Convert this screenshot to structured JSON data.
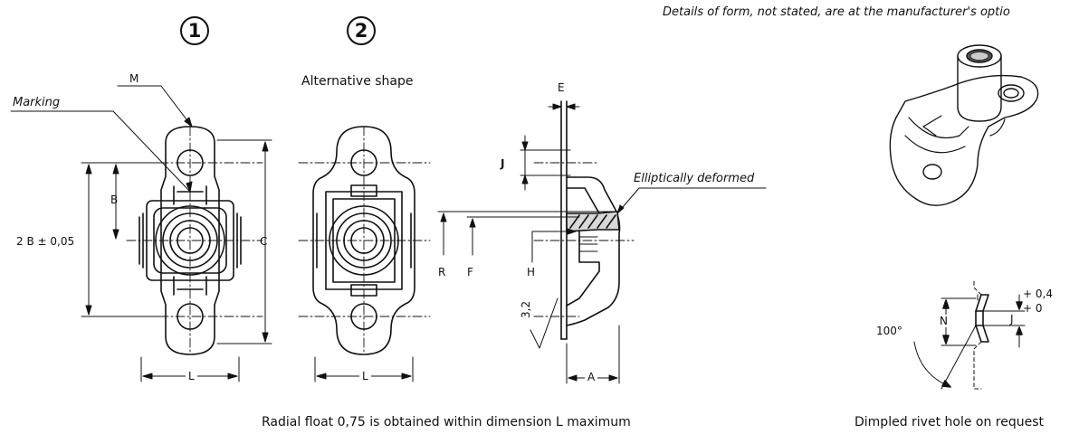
{
  "header_note": "Details of form, not stated, are at the manufacturer's optio",
  "views": {
    "view1_number": "1",
    "view2_number": "2",
    "view2_title": "Alternative shape"
  },
  "labels": {
    "marking": "Marking",
    "m": "M",
    "b": "B",
    "two_b_tol": "2 B ± 0,05",
    "c": "C",
    "l1": "L",
    "l2": "L",
    "e": "E",
    "j": "J",
    "elliptically_deformed": "Elliptically deformed",
    "r": "R",
    "f": "F",
    "h": "H",
    "roughness": "3,2",
    "a": "A",
    "n": "N",
    "j2": "J",
    "angle": "100°",
    "tol_plus": "+ 0,4",
    "tol_zero": "+ 0"
  },
  "captions": {
    "radial_float": "Radial float 0,75 is obtained within dimension L maximum",
    "dimpled": "Dimpled rivet hole on request"
  }
}
